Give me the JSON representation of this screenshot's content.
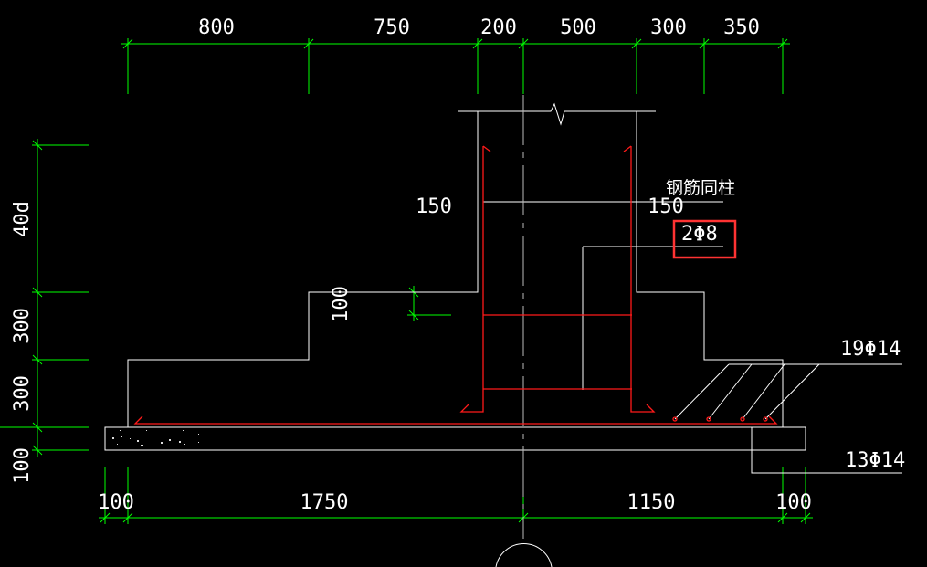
{
  "drawing": {
    "background": "#000000",
    "colors": {
      "dimension": "#00ff00",
      "outline": "#ffffff",
      "rebar": "#ff1a1a",
      "highlight": "#ff3333",
      "axis": "#bbbbbb"
    },
    "top_dimensions": [
      "800",
      "750",
      "200",
      "500",
      "300",
      "350"
    ],
    "bottom_dimensions": [
      "100",
      "1750",
      "1150",
      "100"
    ],
    "left_dimensions": [
      "40d",
      "300",
      "300",
      "100"
    ],
    "step_dimension": "100",
    "column_cover_left": "150",
    "column_cover_right": "150",
    "annotations": {
      "column_rebar_note": "钢筋同柱",
      "stirrup_label": "2Φ8",
      "top_bars_label": "19Φ14",
      "bottom_bars_label": "13Φ14"
    }
  }
}
